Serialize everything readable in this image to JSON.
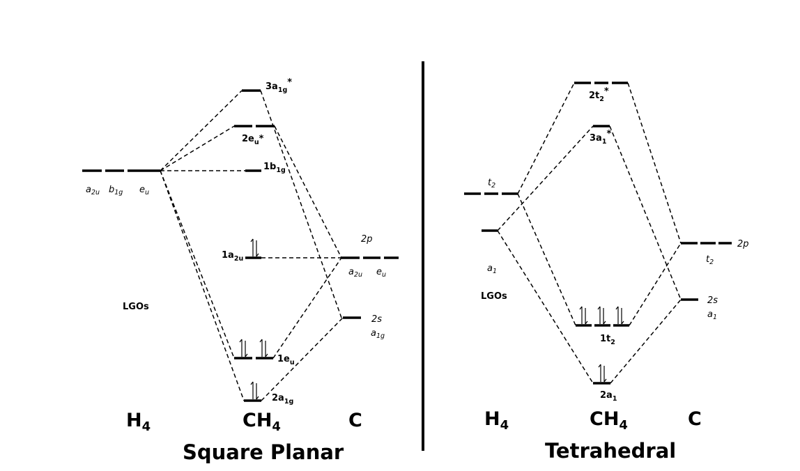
{
  "square_planar": {
    "title": "Square Planar",
    "fragments": {
      "h4": [
        "H",
        "4"
      ],
      "ch4": [
        "CH",
        "4"
      ],
      "c": "C"
    },
    "lgos_label": "LGOs",
    "h4_symmetry": [
      [
        "a",
        "2u"
      ],
      [
        "b",
        "1g"
      ],
      [
        "e",
        "u"
      ]
    ],
    "c_2p": {
      "name": "2p",
      "symmetry": [
        [
          "a",
          "2u"
        ],
        [
          "e",
          "u"
        ]
      ]
    },
    "c_2s": {
      "name": "2s",
      "symmetry": [
        [
          "a",
          "1g"
        ]
      ]
    },
    "mo_levels": [
      {
        "id": "3a1g",
        "main": "3a",
        "sub": "1g",
        "sup": "*",
        "electrons": 0
      },
      {
        "id": "2eu",
        "main": "2e",
        "sub": "u",
        "sup": "*",
        "electrons": 0
      },
      {
        "id": "1b1g",
        "main": "1b",
        "sub": "1g",
        "sup": "",
        "electrons": 0
      },
      {
        "id": "1a2u",
        "main": "1a",
        "sub": "2u",
        "sup": "",
        "electrons": 2
      },
      {
        "id": "1eu",
        "main": "1e",
        "sub": "u",
        "sup": "",
        "electrons": 4
      },
      {
        "id": "2a1g",
        "main": "2a",
        "sub": "1g",
        "sup": "",
        "electrons": 2
      }
    ]
  },
  "tetrahedral": {
    "title": "Tetrahedral",
    "fragments": {
      "h4": [
        "H",
        "4"
      ],
      "ch4": [
        "CH",
        "4"
      ],
      "c": "C"
    },
    "lgos_label": "LGOs",
    "h4_t2": [
      "t",
      "2"
    ],
    "h4_a1": [
      "a",
      "1"
    ],
    "c_2p": {
      "name": "2p",
      "symmetry": [
        "t",
        "2"
      ]
    },
    "c_2s": {
      "name": "2s",
      "symmetry": [
        "a",
        "1"
      ]
    },
    "mo_levels": [
      {
        "id": "2t2",
        "main": "2t",
        "sub": "2",
        "sup": "*",
        "electrons": 0
      },
      {
        "id": "3a1",
        "main": "3a",
        "sub": "1",
        "sup": "*",
        "electrons": 0
      },
      {
        "id": "1t2",
        "main": "1t",
        "sub": "2",
        "sup": "",
        "electrons": 6
      },
      {
        "id": "2a1",
        "main": "2a",
        "sub": "1",
        "sup": "",
        "electrons": 2
      }
    ]
  }
}
